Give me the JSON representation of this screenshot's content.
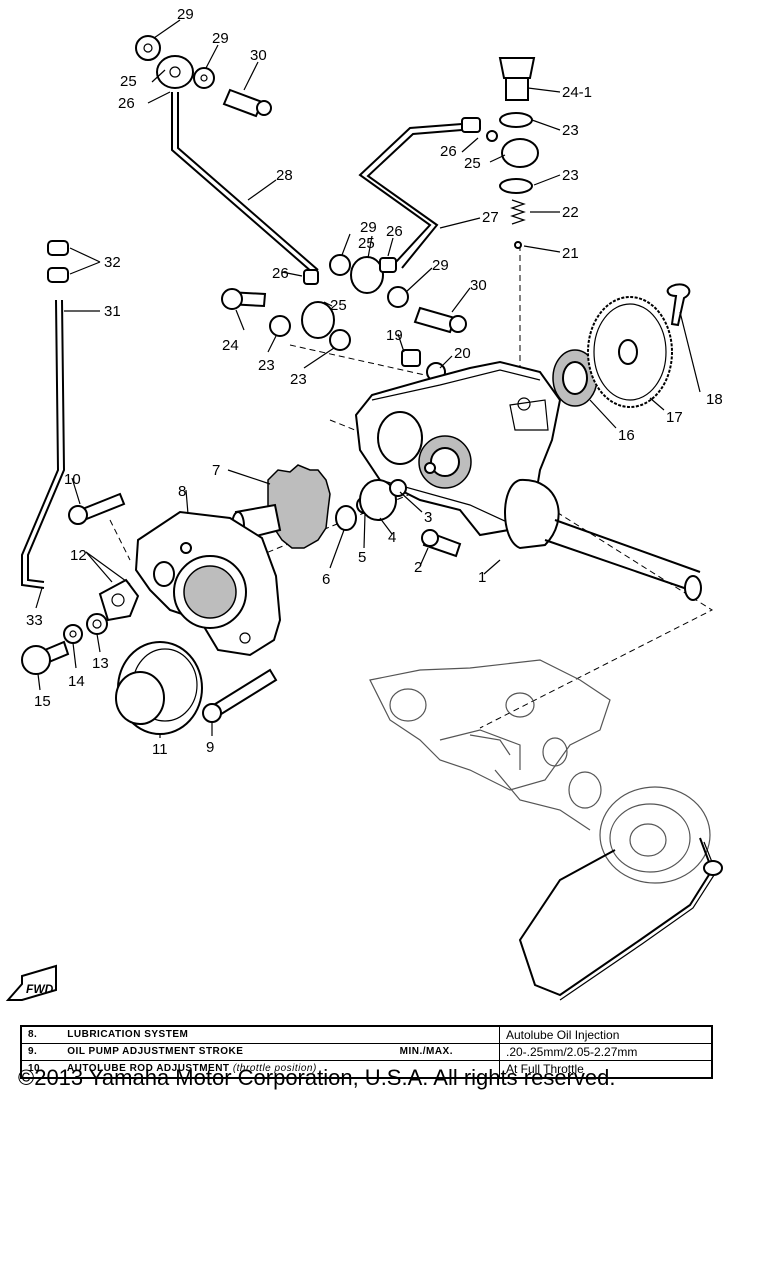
{
  "diagram": {
    "callouts": [
      "29",
      "30",
      "24-1",
      "23",
      "25",
      "26",
      "28",
      "27",
      "22",
      "21",
      "32",
      "31",
      "24",
      "19",
      "20",
      "18",
      "17",
      "16",
      "10",
      "7",
      "8",
      "3",
      "4",
      "5",
      "6",
      "2",
      "12",
      "1",
      "33",
      "13",
      "14",
      "15",
      "11",
      "9"
    ],
    "fwd_label": "FWD"
  },
  "spec_table": {
    "rows": [
      {
        "num": "8.",
        "label": "LUBRICATION SYSTEM",
        "sub": "",
        "value": "Autolube Oil Injection"
      },
      {
        "num": "9.",
        "label": "OIL PUMP ADJUSTMENT STROKE",
        "sub": "MIN./MAX.",
        "value": ".20-.25mm/2.05-2.27mm"
      },
      {
        "num": "10.",
        "label": "AUTOLUBE ROD ADJUSTMENT",
        "sub": "(throttle position)",
        "value": "At Full Throttle"
      }
    ]
  },
  "copyright": "©2013 Yamaha Motor Corporation, U.S.A. All rights reserved."
}
